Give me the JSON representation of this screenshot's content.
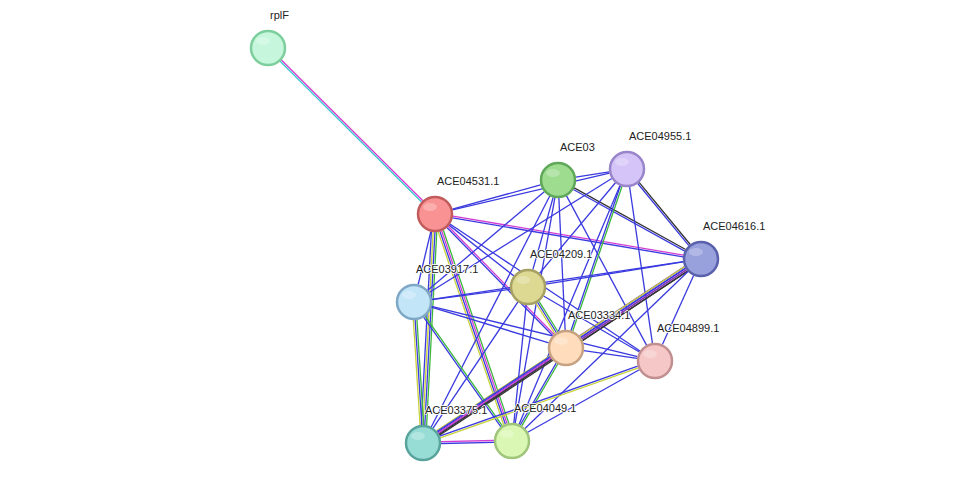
{
  "diagram": {
    "nodes": [
      {
        "text": [
          "rplF"
        ]
      },
      {
        "text": [
          "ACE04531.1"
        ]
      },
      {
        "text": [
          "ACE03"
        ]
      },
      {
        "text": [
          "ACE04955.1"
        ]
      },
      {
        "text": [
          "ACE04616.1"
        ]
      },
      {
        "text": [
          "ACE03917.1"
        ]
      },
      {
        "text": [
          "ACE04209.1"
        ]
      },
      {
        "text": [
          "ACE03334.1"
        ]
      },
      {
        "text": [
          "ACE04899.1"
        ]
      },
      {
        "text": [
          "ACE03375.1"
        ]
      },
      {
        "text": [
          "ACE04049.1"
        ]
      }
    ],
    "edges": [
      {
        "from": 0,
        "to": 1,
        "arrow": "none"
      },
      {
        "from": 1,
        "to": 2,
        "arrow": "none"
      },
      {
        "from": 1,
        "to": 3,
        "arrow": "none"
      },
      {
        "from": 1,
        "to": 4,
        "arrow": "none"
      },
      {
        "from": 1,
        "to": 5,
        "arrow": "none"
      },
      {
        "from": 1,
        "to": 6,
        "arrow": "none"
      },
      {
        "from": 1,
        "to": 7,
        "arrow": "none"
      },
      {
        "from": 1,
        "to": 8,
        "arrow": "none"
      },
      {
        "from": 1,
        "to": 9,
        "arrow": "none"
      },
      {
        "from": 1,
        "to": 10,
        "arrow": "none"
      },
      {
        "from": 2,
        "to": 3,
        "arrow": "none"
      },
      {
        "from": 2,
        "to": 4,
        "arrow": "none"
      },
      {
        "from": 2,
        "to": 5,
        "arrow": "none"
      },
      {
        "from": 2,
        "to": 6,
        "arrow": "none"
      },
      {
        "from": 2,
        "to": 7,
        "arrow": "none"
      },
      {
        "from": 2,
        "to": 8,
        "arrow": "none"
      },
      {
        "from": 2,
        "to": 9,
        "arrow": "none"
      },
      {
        "from": 2,
        "to": 10,
        "arrow": "none"
      },
      {
        "from": 3,
        "to": 4,
        "arrow": "none"
      },
      {
        "from": 3,
        "to": 5,
        "arrow": "none"
      },
      {
        "from": 3,
        "to": 6,
        "arrow": "none"
      },
      {
        "from": 3,
        "to": 7,
        "arrow": "none"
      },
      {
        "from": 3,
        "to": 8,
        "arrow": "none"
      },
      {
        "from": 3,
        "to": 10,
        "arrow": "none"
      },
      {
        "from": 4,
        "to": 5,
        "arrow": "none"
      },
      {
        "from": 4,
        "to": 6,
        "arrow": "none"
      },
      {
        "from": 4,
        "to": 7,
        "arrow": "none"
      },
      {
        "from": 4,
        "to": 8,
        "arrow": "none"
      },
      {
        "from": 4,
        "to": 9,
        "arrow": "none"
      },
      {
        "from": 4,
        "to": 10,
        "arrow": "none"
      },
      {
        "from": 5,
        "to": 6,
        "arrow": "none"
      },
      {
        "from": 5,
        "to": 7,
        "arrow": "none"
      },
      {
        "from": 5,
        "to": 8,
        "arrow": "none"
      },
      {
        "from": 5,
        "to": 9,
        "arrow": "none"
      },
      {
        "from": 5,
        "to": 10,
        "arrow": "none"
      },
      {
        "from": 6,
        "to": 7,
        "arrow": "none"
      },
      {
        "from": 6,
        "to": 8,
        "arrow": "none"
      },
      {
        "from": 6,
        "to": 9,
        "arrow": "none"
      },
      {
        "from": 6,
        "to": 10,
        "arrow": "none"
      },
      {
        "from": 7,
        "to": 8,
        "arrow": "none"
      },
      {
        "from": 7,
        "to": 9,
        "arrow": "none"
      },
      {
        "from": 7,
        "to": 10,
        "arrow": "none"
      },
      {
        "from": 8,
        "to": 9,
        "arrow": "none"
      },
      {
        "from": 8,
        "to": 10,
        "arrow": "none"
      },
      {
        "from": 9,
        "to": 10,
        "arrow": "none"
      }
    ]
  }
}
